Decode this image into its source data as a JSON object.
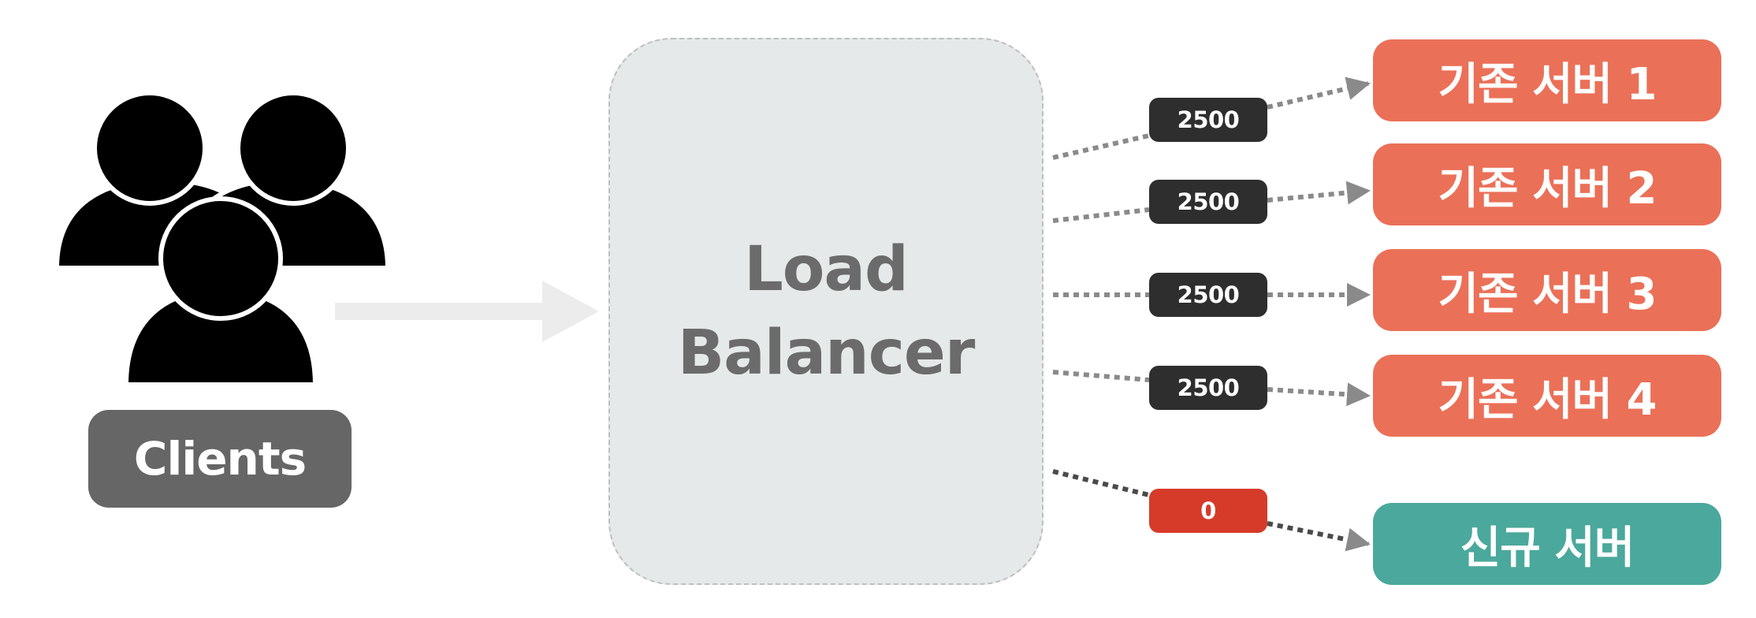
{
  "clients": {
    "label": "Clients",
    "icon": "users-group-icon"
  },
  "load_balancer": {
    "line1": "Load",
    "line2": "Balancer"
  },
  "servers": [
    {
      "name": "기존 서버 1",
      "count": "2500",
      "type": "existing"
    },
    {
      "name": "기존 서버 2",
      "count": "2500",
      "type": "existing"
    },
    {
      "name": "기존 서버 3",
      "count": "2500",
      "type": "existing"
    },
    {
      "name": "기존 서버 4",
      "count": "2500",
      "type": "existing"
    },
    {
      "name": "신규 서버",
      "count": "0",
      "type": "new"
    }
  ],
  "colors": {
    "existing_server": "#eb7058",
    "new_server": "#4ba89c",
    "count_badge": "#2e2e2e",
    "count_badge_zero": "#d63b2a",
    "clients_badge": "#666666",
    "load_balancer_fill": "#e6e9ea",
    "main_arrow": "#ececec",
    "connector": "#8a8a8a"
  }
}
